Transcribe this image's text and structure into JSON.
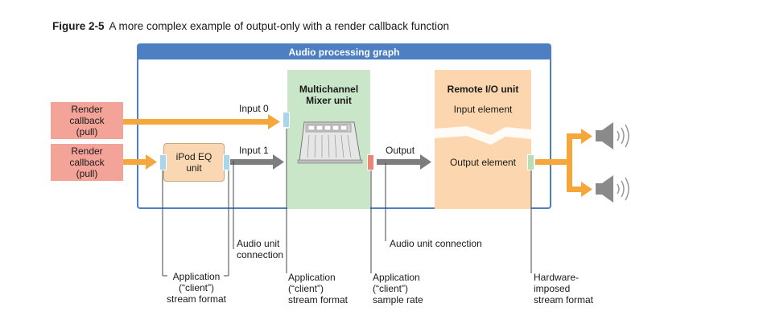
{
  "caption": {
    "figure": "Figure 2-5",
    "text": "A more complex example of output-only with a render callback function"
  },
  "graph": {
    "title": "Audio processing graph"
  },
  "render_callbacks": [
    {
      "label": "Render callback (pull)"
    },
    {
      "label": "Render callback (pull)"
    }
  ],
  "ipod_eq": {
    "label": "iPod EQ unit"
  },
  "mixer": {
    "label": "Multichannel Mixer unit"
  },
  "remote_io": {
    "title": "Remote I/O unit",
    "input_element": "Input element",
    "output_element": "Output element"
  },
  "connections": {
    "input0": "Input 0",
    "input1": "Input 1",
    "output": "Output"
  },
  "annotations": {
    "audio_unit_connection_1": "Audio unit connection",
    "audio_unit_connection_2": "Audio unit connection",
    "app_client_stream_format_1": "Application (“client”) stream format",
    "app_client_stream_format_2": "Application (“client”) stream format",
    "app_client_sample_rate": "Application (“client”) sample rate",
    "hardware_imposed_stream_format": "Hardware-imposed stream format"
  },
  "icons": [
    "speaker-icon",
    "speaker-icon",
    "mixer-console-icon"
  ],
  "colors": {
    "graph_border": "#4d7fc2",
    "render_callback": "#f4a398",
    "orange_arrow": "#f5a73c",
    "gray_arrow": "#7d7d7d",
    "mixer_bg": "#c9e6c9",
    "remote_bg": "#fbd6ae"
  }
}
